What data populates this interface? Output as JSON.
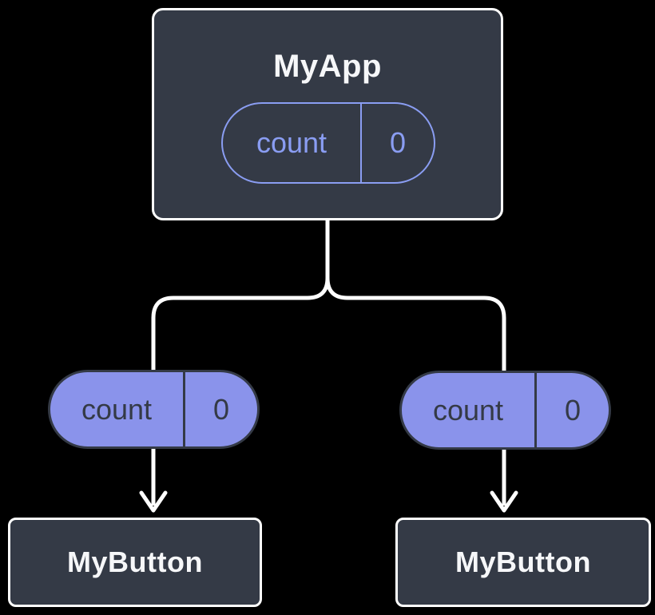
{
  "root": {
    "title": "MyApp",
    "state": {
      "name": "count",
      "value": "0"
    }
  },
  "children": [
    {
      "title": "MyButton",
      "prop": {
        "name": "count",
        "value": "0"
      }
    },
    {
      "title": "MyButton",
      "prop": {
        "name": "count",
        "value": "0"
      }
    }
  ],
  "colors": {
    "background": "#000000",
    "box_fill": "#343A46",
    "box_border": "#FFFFFF",
    "box_text": "#F6F7F9",
    "state_pill_stroke": "#8A9DF2",
    "state_pill_text": "#8A9DF2",
    "prop_pill_fill": "#8A93EB",
    "prop_pill_border": "#343A46",
    "prop_pill_text": "#343A46",
    "connector": "#FFFFFF"
  }
}
